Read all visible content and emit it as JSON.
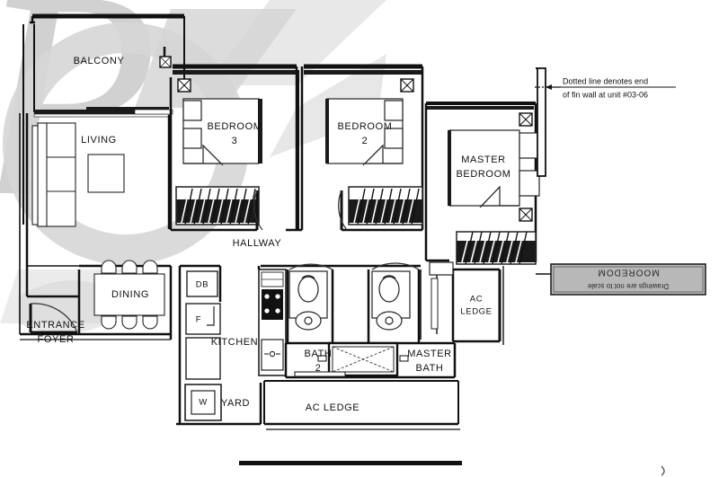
{
  "document": {
    "type": "residential-floor-plan",
    "title": "Floor Plan"
  },
  "colors": {
    "wall": "#111111",
    "thin_line": "#333333",
    "watermark": "#cfcfcf",
    "label_box_fill": "#b8b8b8",
    "label_box_stroke": "#222222",
    "background": "#ffffff"
  },
  "rooms": {
    "balcony": "BALCONY",
    "living": "LIVING",
    "bedroom3_name": "BEDROOM",
    "bedroom3_num": "3",
    "bedroom2_name": "BEDROOM",
    "bedroom2_num": "2",
    "master_bedroom_l1": "MASTER",
    "master_bedroom_l2": "BEDROOM",
    "hallway": "HALLWAY",
    "dining": "DINING",
    "entrance_l1": "ENTRANCE",
    "entrance_l2": "FOYER",
    "kitchen": "KITCHEN",
    "yard": "YARD",
    "bath2_l1": "BATH",
    "bath2_l2": "2",
    "master_bath_l1": "MASTER",
    "master_bath_l2": "BATH",
    "ac_ledge_bottom": "AC LEDGE",
    "ac_ledge_right_l1": "AC",
    "ac_ledge_right_l2": "LEDGE"
  },
  "fixtures": {
    "db": "DB",
    "fridge": "F",
    "washer": "W"
  },
  "annotation": {
    "line1": "Dotted line denotes end",
    "line2": "of fin wall at unit #03-06"
  },
  "rotated_label": {
    "line_small": "Drawings are not to scale",
    "line_big": "MOOREDOM"
  },
  "watermark": {
    "text": "P"
  }
}
